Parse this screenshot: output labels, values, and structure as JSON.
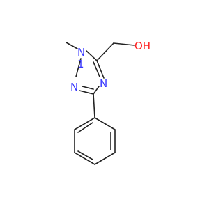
{
  "molecule": {
    "atoms": {
      "methyl_n": "N",
      "methyl_n_number": "1",
      "ring_n_lower": "N",
      "ring_n_right": "N",
      "hydroxyl": "OH"
    },
    "colors": {
      "bond": "#222222",
      "nitrogen": "#3838ff",
      "oxygen": "#ff2020"
    }
  }
}
